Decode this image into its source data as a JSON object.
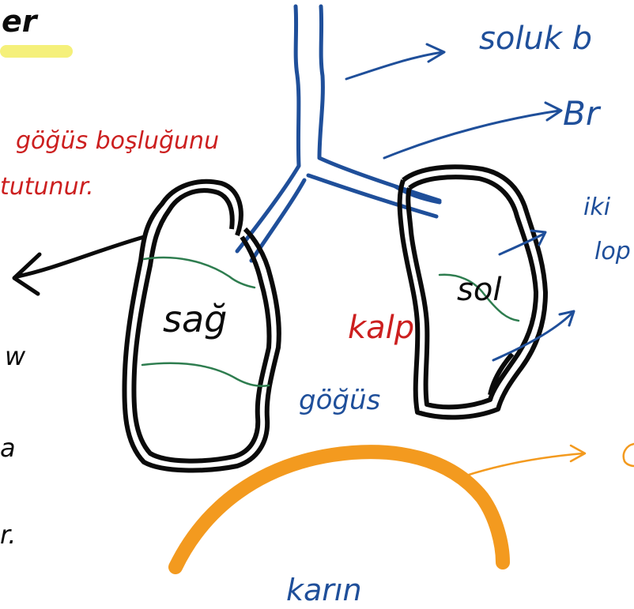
{
  "colors": {
    "black": "#0b0b0b",
    "blue": "#1f4f9a",
    "red": "#cc1f1f",
    "green": "#2e7d4f",
    "orange": "#f39a1f",
    "highlight": "#f5f07a"
  },
  "labels": {
    "top_left_fragment": "er",
    "red_line1": "göğüs boşluğunu",
    "red_line2": "tutunur.",
    "right_lung": "sağ",
    "left_lung": "sol",
    "heart": "kalp",
    "chest": "göğüs",
    "abdomen": "karın",
    "trachea_label": "soluk b",
    "bronchi_label": "Br",
    "two_label": "iki",
    "lobe_label": "lop"
  },
  "left_margin_marks": [
    "w",
    "a",
    "r."
  ]
}
